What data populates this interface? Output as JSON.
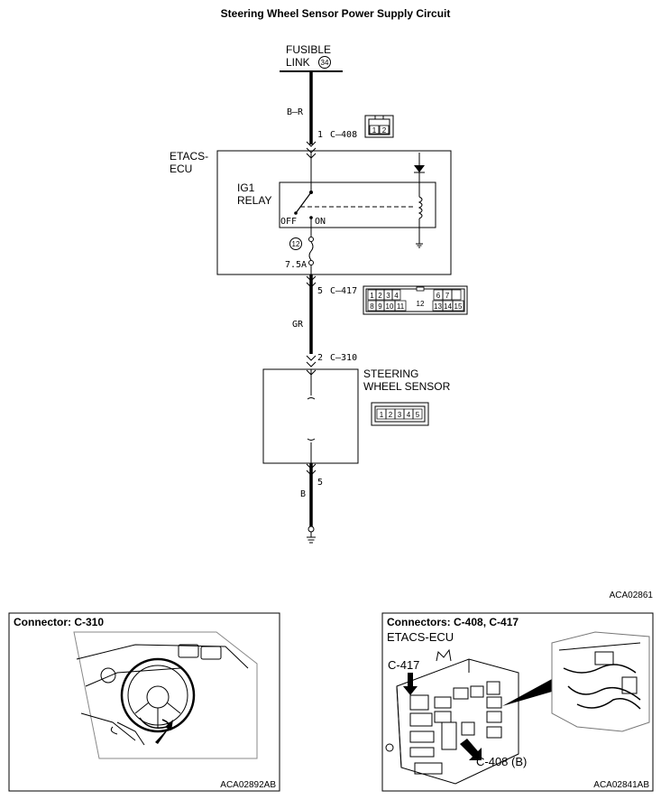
{
  "title": "Steering Wheel Sensor Power Supply Circuit",
  "figure_id": "ACA02861",
  "fusible_link": {
    "line1": "FUSIBLE",
    "line2": "LINK",
    "number": "34"
  },
  "wires": {
    "top": "B–R",
    "middle": "GR",
    "bottom": "B"
  },
  "connectors": {
    "c408": {
      "pin": "1",
      "name": "C–408",
      "pins": [
        "1",
        "2"
      ]
    },
    "c417": {
      "pin": "5",
      "name": "C–417",
      "row1": [
        "1",
        "2",
        "3",
        "4",
        "12",
        "6",
        "7"
      ],
      "row2": [
        "8",
        "9",
        "10",
        "11",
        "13",
        "14",
        "15"
      ],
      "center": "12"
    },
    "c310": {
      "pin": "2",
      "name": "C–310",
      "pins": [
        "1",
        "2",
        "3",
        "4",
        "5"
      ]
    },
    "ground_pin": "5"
  },
  "etacs": {
    "line1": "ETACS-",
    "line2": "ECU"
  },
  "relay": {
    "line1": "IG1",
    "line2": "RELAY",
    "off": "OFF",
    "on": "ON"
  },
  "fuse": {
    "number": "12",
    "rating": "7.5A"
  },
  "sensor": {
    "line1": "STEERING",
    "line2": "WHEEL SENSOR"
  },
  "panel_left": {
    "title": "Connector: C-310",
    "code": "ACA02892AB"
  },
  "panel_right": {
    "title": "Connectors: C-408, C-417",
    "subtitle": "ETACS-ECU",
    "label_c417": "C-417",
    "label_c408": "C-408 (B)",
    "code": "ACA02841AB"
  }
}
